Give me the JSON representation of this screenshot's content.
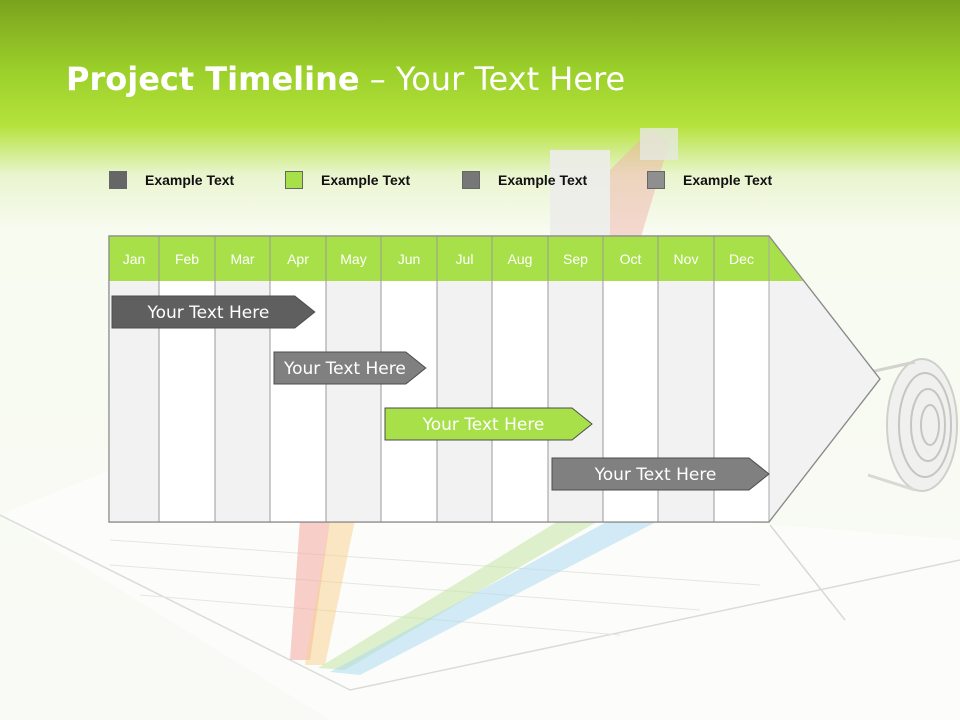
{
  "title": {
    "bold": "Project Timeline",
    "rest": " – Your Text Here"
  },
  "colors": {
    "header_green": "#9bcf2a",
    "month_green": "#a8e04a",
    "dark_gray": "#5f5f5f",
    "mid_gray": "#808080",
    "lime": "#a8e04a"
  },
  "legend": [
    {
      "label": "Example Text",
      "color": "#666666"
    },
    {
      "label": "Example Text",
      "color": "#a8e04a"
    },
    {
      "label": "Example Text",
      "color": "#777777"
    },
    {
      "label": "Example Text",
      "color": "#8f8f8f"
    }
  ],
  "months": [
    "Jan",
    "Feb",
    "Mar",
    "Apr",
    "May",
    "Jun",
    "Jul",
    "Aug",
    "Sep",
    "Oct",
    "Nov",
    "Dec"
  ],
  "tasks": [
    {
      "label": "Your  Text Here",
      "start": 0,
      "end": 3.8,
      "color": "#5f5f5f"
    },
    {
      "label": "Your  Text Here",
      "start": 3.0,
      "end": 5.8,
      "color": "#808080"
    },
    {
      "label": "Your  Text Here",
      "start": 5.0,
      "end": 8.8,
      "color": "#a8e04a"
    },
    {
      "label": "Your  Text Here",
      "start": 8.0,
      "end": 12.0,
      "color": "#808080"
    }
  ]
}
